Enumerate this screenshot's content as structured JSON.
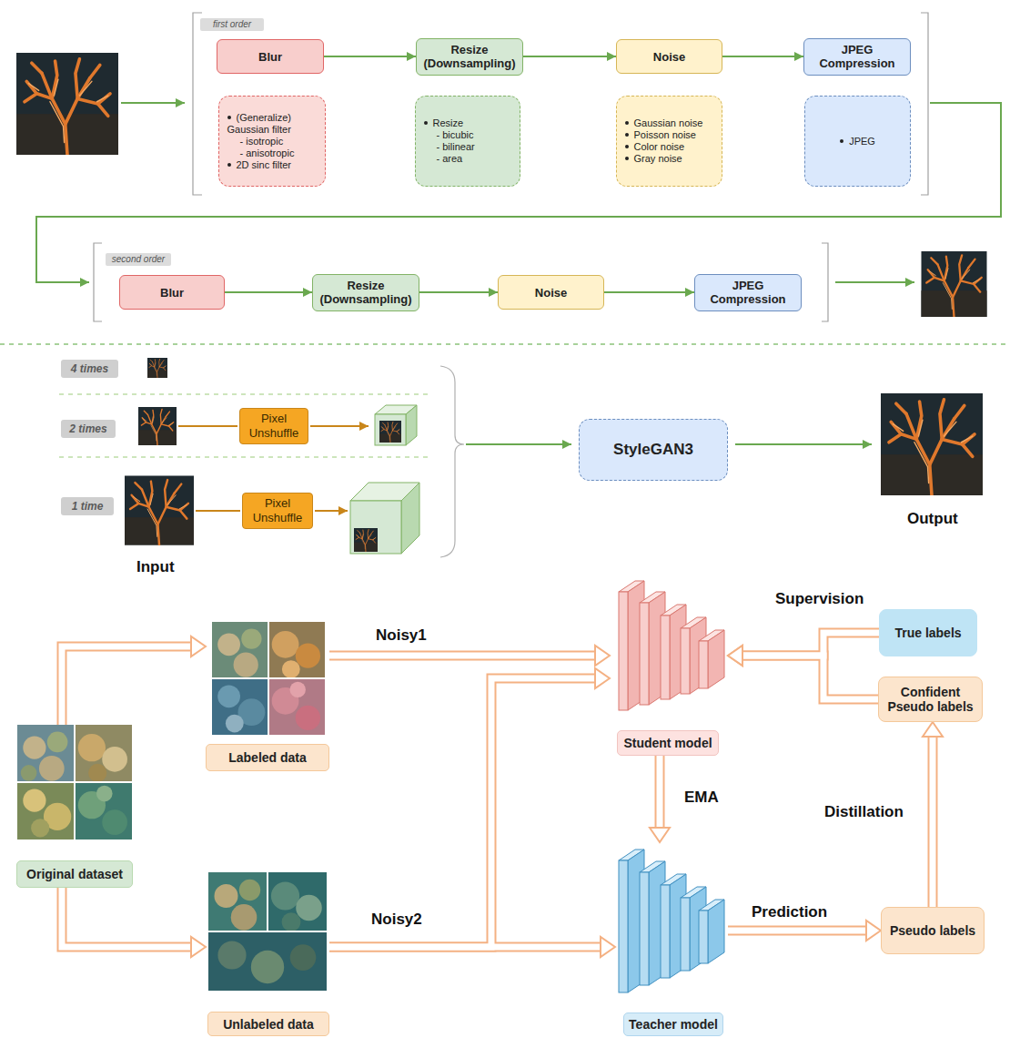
{
  "diagram": {
    "nodes": [
      {
        "text": [
          "first order"
        ]
      },
      {
        "text": [
          "Blur"
        ]
      },
      {
        "text": [
          "Resize (Downsampling)"
        ]
      },
      {
        "text": [
          "Noise"
        ]
      },
      {
        "text": [
          "JPEG Compression"
        ]
      },
      {
        "text": [
          "(Generalize) Gaussian filter",
          "- isotropic",
          "- anisotropic",
          "2D sinc filter"
        ]
      },
      {
        "text": [
          "Resize",
          "- bicubic",
          "- bilinear",
          "- area"
        ]
      },
      {
        "text": [
          "Gaussian noise",
          "Poisson noise",
          "Color noise",
          "Gray noise"
        ]
      },
      {
        "text": [
          "JPEG"
        ]
      },
      {
        "text": [
          "second order"
        ]
      },
      {
        "text": [
          "Blur"
        ]
      },
      {
        "text": [
          "Resize (Downsampling)"
        ]
      },
      {
        "text": [
          "Noise"
        ]
      },
      {
        "text": [
          "JPEG Compression"
        ]
      },
      {
        "text": [
          "4 times"
        ]
      },
      {
        "text": [
          "2 times"
        ]
      },
      {
        "text": [
          "Pixel Unshuffle"
        ]
      },
      {
        "text": [
          "1 time"
        ]
      },
      {
        "text": [
          "Pixel Unshuffle"
        ]
      },
      {
        "text": [
          "StyleGAN3"
        ]
      },
      {
        "text": [
          "Original dataset"
        ]
      },
      {
        "text": [
          "Labeled data"
        ]
      },
      {
        "text": [
          "Unlabeled data"
        ]
      },
      {
        "text": [
          "Student model"
        ]
      },
      {
        "text": [
          "Teacher model"
        ]
      },
      {
        "text": [
          "True labels"
        ]
      },
      {
        "text": [
          "Confident Pseudo labels"
        ]
      },
      {
        "text": [
          "Pseudo labels"
        ]
      }
    ],
    "edges": [
      {
        "from": 1,
        "to": 2,
        "arrow": "to"
      },
      {
        "from": 2,
        "to": 3,
        "arrow": "to"
      },
      {
        "from": 3,
        "to": 4,
        "arrow": "to"
      },
      {
        "from": 10,
        "to": 11,
        "arrow": "to"
      },
      {
        "from": 11,
        "to": 12,
        "arrow": "to"
      },
      {
        "from": 12,
        "to": 13,
        "arrow": "to"
      },
      {
        "from": 20,
        "to": 21,
        "arrow": "to"
      },
      {
        "from": 20,
        "to": 22,
        "arrow": "to"
      },
      {
        "from": 21,
        "to": 23,
        "label": "Noisy1",
        "arrow": "to"
      },
      {
        "from": 22,
        "to": 23,
        "label": "Noisy2",
        "arrow": "to"
      },
      {
        "from": 22,
        "to": 24,
        "arrow": "to"
      },
      {
        "from": 23,
        "to": 24,
        "label": "EMA",
        "arrow": "to"
      },
      {
        "from": 24,
        "to": 27,
        "label": "Prediction",
        "arrow": "to"
      },
      {
        "from": 27,
        "to": 26,
        "label": "Distillation",
        "arrow": "to"
      },
      {
        "from": 25,
        "to": 23,
        "label": "Supervision",
        "arrow": "to"
      },
      {
        "from": 26,
        "to": 23,
        "arrow": "to"
      }
    ],
    "labels": [
      "Input",
      "Output"
    ]
  }
}
